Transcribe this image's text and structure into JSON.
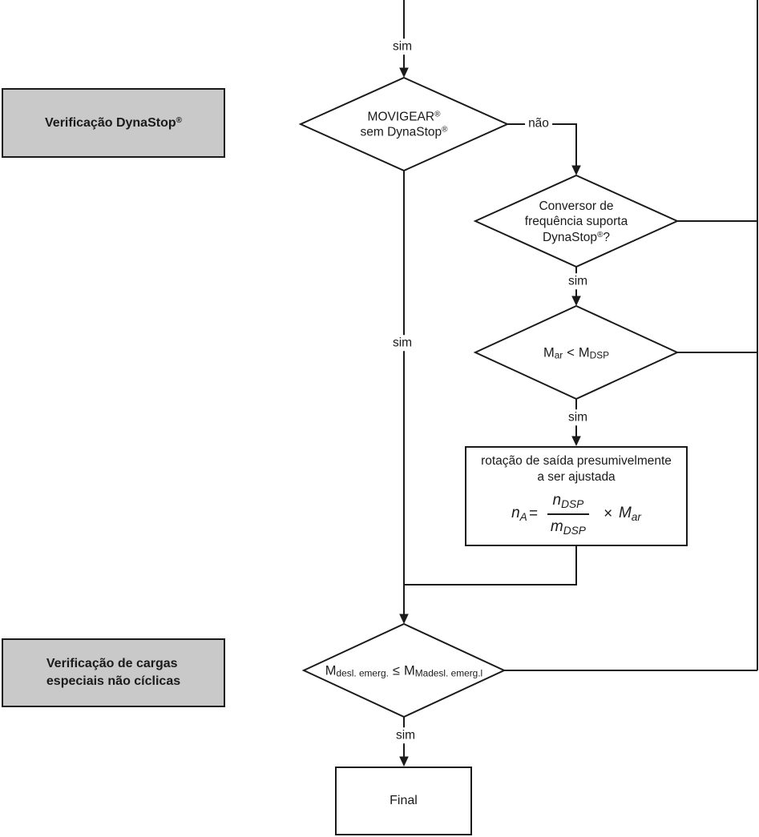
{
  "colors": {
    "line": "#1a1a1a",
    "annotation_fill": "#c9c9c9",
    "background": "#ffffff"
  },
  "annotations": {
    "dynastop_check": {
      "text": "Verificação DynaStop",
      "sup": "®"
    },
    "special_loads": {
      "line1": "Verificação de cargas",
      "line2": "especiais não cíclicas"
    }
  },
  "edges": {
    "sim_top": "sim",
    "nao_d1": "não",
    "sim_left": "sim",
    "sim_d2": "sim",
    "sim_d3": "sim",
    "sim_d4": "sim"
  },
  "diamond1": {
    "line1": "MOVIGEAR",
    "line1_sup": "®",
    "line2": "sem DynaStop",
    "line2_sup": "®"
  },
  "diamond2": {
    "line1": "Conversor de",
    "line2": "frequência suporta",
    "line3_base": "DynaStop",
    "line3_sup": "®",
    "line3_suffix": "?"
  },
  "diamond3": {
    "lhs": "M",
    "lhs_sub": "ar",
    "op": "<",
    "rhs": "M",
    "rhs_sub": "DSP"
  },
  "adjust_box": {
    "line1": "rotação de saída presumivelmente",
    "line2": "a ser ajustada",
    "formula": {
      "result": "n",
      "result_sub": "A",
      "eq": "=",
      "num": "n",
      "num_sub": "DSP",
      "den": "m",
      "den_sub": "DSP",
      "times": "×",
      "factor": "M",
      "factor_sub": "ar"
    }
  },
  "diamond4": {
    "lhs": "M",
    "lhs_sub": "desl. emerg.",
    "op": "≤",
    "rhs": "M",
    "rhs_sub": "Madesl. emerg.l"
  },
  "final_box": {
    "label": "Final"
  }
}
